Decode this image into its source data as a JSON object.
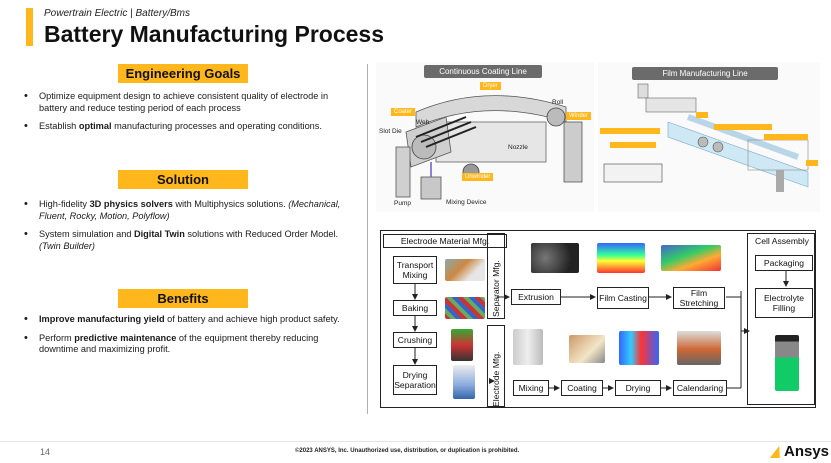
{
  "header": {
    "subtitle": "Powertrain Electric | Battery/Bms",
    "title": "Battery Manufacturing Process"
  },
  "left": {
    "goals": {
      "heading": "Engineering Goals",
      "bullets": [
        [
          "Optimize equipment design to achieve consistent quality of electrode in battery and reduce testing period of each process"
        ],
        [
          "Establish ",
          "optimal",
          " manufacturing processes and operating conditions."
        ]
      ]
    },
    "solution": {
      "heading": "Solution",
      "bullets": [
        {
          "a": "High-fidelity ",
          "b": "3D physics solvers",
          "c": " with Multiphysics solutions. ",
          "d": "(Mechanical, Fluent, Rocky, Motion, Polyflow)"
        },
        {
          "a": "System simulation and ",
          "b": "Digital Twin",
          "c": " solutions with Reduced Order Model. ",
          "d": "(Twin Builder)"
        }
      ]
    },
    "benefits": {
      "heading": "Benefits",
      "bullets": [
        {
          "b": "Improve manufacturing yield",
          "c": " of battery and achieve high product safety."
        },
        {
          "a": "Perform ",
          "b": "predictive maintenance",
          "c": " of the equipment thereby reducing downtime and maximizing profit."
        }
      ]
    }
  },
  "coating_line": {
    "label": "Continuous Coating Line",
    "tags": [
      "Dryer",
      "Coater",
      "Winder",
      "Unwinder"
    ],
    "texts": [
      "Roll",
      "Web",
      "Slot Die",
      "Nozzle",
      "Pump",
      "Mixing Device"
    ]
  },
  "film_line": {
    "label": "Film Manufacturing Line"
  },
  "diagram": {
    "electrode_material": "Electrode Material Mfg.",
    "cell_assembly": "Cell Assembly",
    "separator_mfg": "Separator Mfg.",
    "electrode_mfg": "Electrode Mfg.",
    "steps": {
      "transport_mixing": "Transport Mixing",
      "baking": "Baking",
      "crushing": "Crushing",
      "drying_separation": "Drying Separation",
      "extrusion": "Extrusion",
      "film_casting": "Film Casting",
      "film_stretching": "Film Stretching",
      "mixing": "Mixing",
      "coating": "Coating",
      "drying": "Drying",
      "calendaring": "Calendaring",
      "packaging": "Packaging",
      "electrolyte_filling": "Electrolyte Filling"
    }
  },
  "footer": {
    "page": "14",
    "copyright": "©2023 ANSYS, Inc. Unauthorized use, distribution, or duplication is prohibited.",
    "logo": "Ansys"
  },
  "colors": {
    "accent": "#ffb71b"
  }
}
